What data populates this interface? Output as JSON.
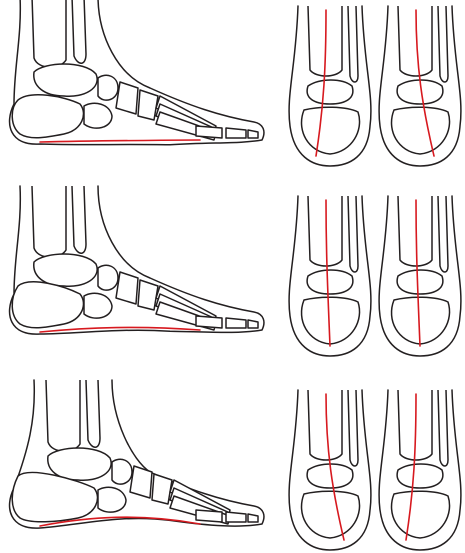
{
  "colors": {
    "outline": "#231f20",
    "axis_line": "#d7191f",
    "background": "#ffffff"
  },
  "rows": [
    {
      "arch": "low",
      "hindfoot": "inward"
    },
    {
      "arch": "normal",
      "hindfoot": "straight"
    },
    {
      "arch": "high",
      "hindfoot": "outward"
    }
  ]
}
